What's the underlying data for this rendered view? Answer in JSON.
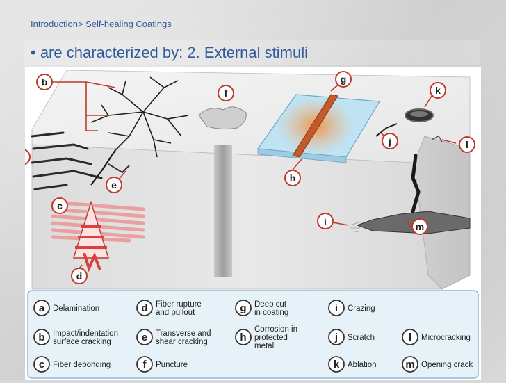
{
  "breadcrumb": "Introduction> Self-healing Coatings",
  "title": "• are characterized by:  2. External stimuli",
  "callouts": {
    "a": "a",
    "b": "b",
    "c": "c",
    "d": "d",
    "e": "e",
    "f": "f",
    "g": "g",
    "h": "h",
    "i": "i",
    "j": "j",
    "k": "k",
    "l": "l",
    "m": "m"
  },
  "legend": [
    {
      "letter": "a",
      "label": [
        "Delamination"
      ]
    },
    {
      "letter": "b",
      "label": [
        "Impact/indentation",
        "surface cracking"
      ]
    },
    {
      "letter": "c",
      "label": [
        "Fiber debonding"
      ]
    },
    {
      "letter": "d",
      "label": [
        "Fiber rupture",
        "and pullout"
      ]
    },
    {
      "letter": "e",
      "label": [
        "Transverse and",
        "shear cracking"
      ]
    },
    {
      "letter": "f",
      "label": [
        "Puncture"
      ]
    },
    {
      "letter": "g",
      "label": [
        "Deep cut",
        "in coating"
      ]
    },
    {
      "letter": "h",
      "label": [
        "Corrosion in",
        "protected",
        "metal"
      ]
    },
    {
      "letter": "i",
      "label": [
        "Crazing"
      ]
    },
    {
      "letter": "j",
      "label": [
        "Scratch"
      ]
    },
    {
      "letter": "k",
      "label": [
        "Ablation"
      ]
    },
    {
      "letter": "l",
      "label": [
        "Microcracking"
      ]
    },
    {
      "letter": "m",
      "label": [
        "Opening crack"
      ]
    }
  ],
  "colors": {
    "accent": "#2e5b9b",
    "callout": "#c0392b",
    "legend_bg": "#e6f1f8",
    "legend_border": "#8fb8d8"
  }
}
